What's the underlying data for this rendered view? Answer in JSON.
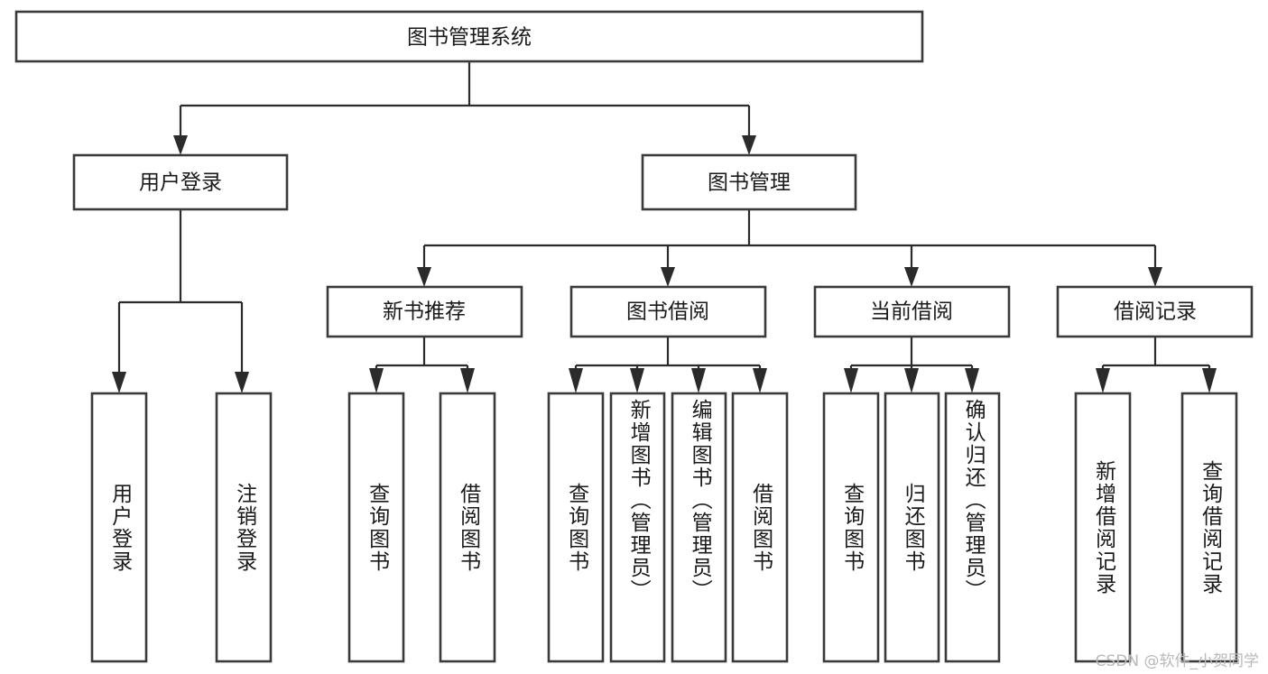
{
  "diagram": {
    "title": "图书管理系统",
    "type": "tree-hierarchy-chart",
    "watermark": "CSDN @软件_小贺同学",
    "colors": {
      "box_stroke": "#3a3a3a",
      "edge": "#2b2b2b",
      "text": "#1a1a1a",
      "background": "#ffffff",
      "watermark": "#b9b9b9"
    },
    "root": {
      "label": "图书管理系统"
    },
    "level2": [
      {
        "id": "user-login",
        "label": "用户登录"
      },
      {
        "id": "book-manage",
        "label": "图书管理"
      }
    ],
    "level3": [
      {
        "id": "new-book-recommend",
        "label": "新书推荐"
      },
      {
        "id": "book-borrow",
        "label": "图书借阅"
      },
      {
        "id": "current-borrow",
        "label": "当前借阅"
      },
      {
        "id": "borrow-record",
        "label": "借阅记录"
      }
    ],
    "leaves": {
      "user_login": [
        {
          "id": "leaf-user-login",
          "label": "用户登录"
        },
        {
          "id": "leaf-user-logout",
          "label": "注销登录"
        }
      ],
      "new_book_recommend": [
        {
          "id": "leaf-query-book-1",
          "label": "查询图书"
        },
        {
          "id": "leaf-borrow-book-1",
          "label": "借阅图书"
        }
      ],
      "book_borrow": [
        {
          "id": "leaf-query-book-2",
          "label": "查询图书"
        },
        {
          "id": "leaf-add-book",
          "label": "新增图书（管理员）"
        },
        {
          "id": "leaf-edit-book",
          "label": "编辑图书（管理员）"
        },
        {
          "id": "leaf-borrow-book-2",
          "label": "借阅图书"
        }
      ],
      "current_borrow": [
        {
          "id": "leaf-query-book-3",
          "label": "查询图书"
        },
        {
          "id": "leaf-return-book",
          "label": "归还图书"
        },
        {
          "id": "leaf-confirm-return",
          "label": "确认归还（管理员）"
        }
      ],
      "borrow_record": [
        {
          "id": "leaf-add-record",
          "label": "新增借阅记录"
        },
        {
          "id": "leaf-query-record",
          "label": "查询借阅记录"
        }
      ]
    }
  }
}
